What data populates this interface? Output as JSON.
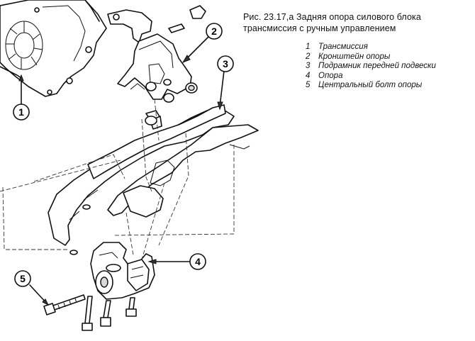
{
  "caption": {
    "line1": "Рис. 23.17,а Задняя опора силового блока",
    "line2": "трансмиссия с ручным управлением"
  },
  "legend": [
    {
      "num": "1",
      "label": "Трансмиссия"
    },
    {
      "num": "2",
      "label": "Кронштейн опоры"
    },
    {
      "num": "3",
      "label": "Подрамник передней подвески"
    },
    {
      "num": "4",
      "label": "Опора"
    },
    {
      "num": "5",
      "label": "Центральный болт опоры"
    }
  ],
  "callouts": {
    "c1": "1",
    "c2": "2",
    "c3": "3",
    "c4": "4",
    "c5": "5"
  }
}
